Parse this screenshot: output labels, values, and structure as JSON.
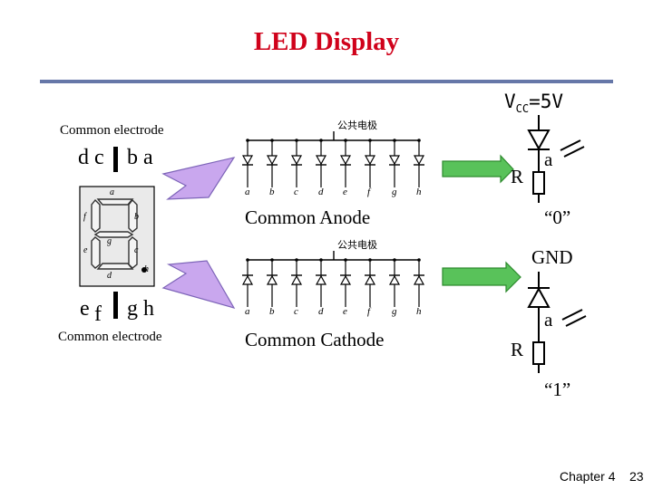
{
  "title": "LED Display",
  "top": {
    "label": "Common electrode",
    "pins_left": "d c",
    "pins_right": "b a"
  },
  "bottom": {
    "label": "Common electrode",
    "pin_e": "e",
    "pin_f": "f",
    "pins_right": "g h"
  },
  "display": {
    "segments": [
      "a",
      "b",
      "c",
      "d",
      "e",
      "f",
      "g",
      "h"
    ]
  },
  "anode": {
    "caption": "公共电极",
    "label": "Common Anode",
    "pins": [
      "a",
      "b",
      "c",
      "d",
      "e",
      "f",
      "g",
      "h"
    ]
  },
  "cathode": {
    "caption": "公共电极",
    "label": "Common Cathode",
    "pins": [
      "a",
      "b",
      "c",
      "d",
      "e",
      "f",
      "g",
      "h"
    ]
  },
  "circuit_top": {
    "vcc": "V",
    "vcc_sub": "CC",
    "vcc_val": "=5V",
    "seg": "a",
    "r": "R",
    "value": "“0”",
    "gnd": "GND"
  },
  "circuit_bottom": {
    "seg": "a",
    "r": "R",
    "value": "“1”"
  },
  "footer": {
    "chapter": "Chapter 4",
    "page": "23"
  },
  "colors": {
    "title": "#d0021b",
    "rule": "#6677a8",
    "arrow_purple": "#c9a7ee",
    "arrow_green": "#59c25a"
  }
}
